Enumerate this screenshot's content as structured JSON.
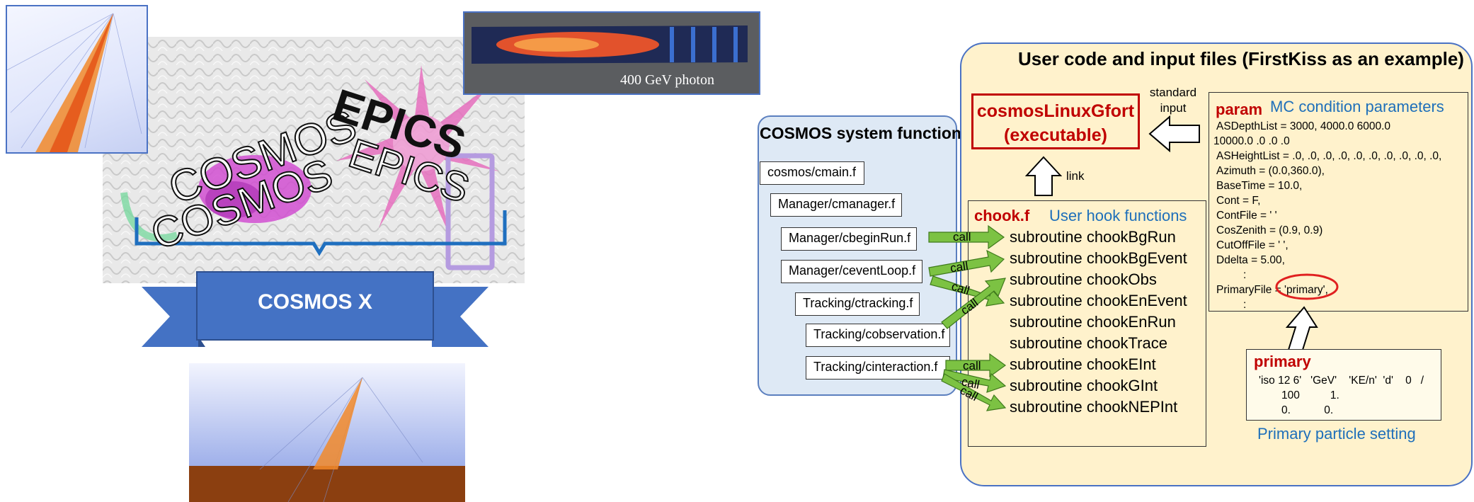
{
  "collage": {
    "logo_cosmos_1": "COSMOS",
    "logo_cosmos_2": "COSMOS",
    "logo_epics_1": "EPICS",
    "logo_epics_2": "EPICS",
    "banner_label": "COSMOS X",
    "photon_caption": "400 GeV photon"
  },
  "system_panel": {
    "title": "COSMOS system functions",
    "files": [
      "cosmos/cmain.f",
      "Manager/cmanager.f",
      "Manager/cbeginRun.f",
      "Manager/ceventLoop.f",
      "Tracking/ctracking.f",
      "Tracking/cobservation.f",
      "Tracking/cinteraction.f"
    ]
  },
  "user_panel": {
    "title": "User code and input files (FirstKiss as an example)",
    "executable_line1": "cosmosLinuxGfort",
    "executable_line2": "(executable)",
    "standard_input_label_1": "standard",
    "standard_input_label_2": "input",
    "link_label": "link",
    "hook": {
      "file": "chook.f",
      "description": "User hook functions",
      "subroutines": [
        "subroutine chookBgRun",
        "subroutine chookBgEvent",
        "subroutine chookObs",
        "subroutine chookEnEvent",
        "subroutine chookEnRun",
        "subroutine chookTrace",
        "subroutine chookEInt",
        "subroutine chookGInt",
        "subroutine chookNEPInt"
      ],
      "call_label": "call"
    },
    "param": {
      "file": "param",
      "description": "MC condition parameters",
      "lines": [
        "ASDepthList = 3000, 4000.0 6000.0",
        "10000.0  .0 .0 .0",
        "ASHeightList = .0, .0, .0, .0, .0, .0, .0, .0, .0, .0,",
        "Azimuth = (0.0,360.0),",
        "BaseTime = 10.0,",
        "Cont = F,",
        "ContFile = ' '",
        "CosZenith = (0.9, 0.9)",
        "CutOffFile = ' ',",
        "Ddelta = 5.00,",
        ":",
        "PrimaryFile = 'primary',",
        ":"
      ]
    },
    "primary": {
      "file": "primary",
      "lines": [
        "'iso 12 6'   'GeV'    'KE/n'  'd'    0   /",
        "100          1.",
        "0.           0."
      ],
      "caption": "Primary particle setting"
    }
  },
  "colors": {
    "panel_blue": "#dee9f5",
    "panel_yellow": "#fff2cc",
    "accent_red": "#c00000",
    "accent_blue": "#1e6fba",
    "arrow_green": "#7cc243",
    "banner_blue": "#4472c4"
  }
}
